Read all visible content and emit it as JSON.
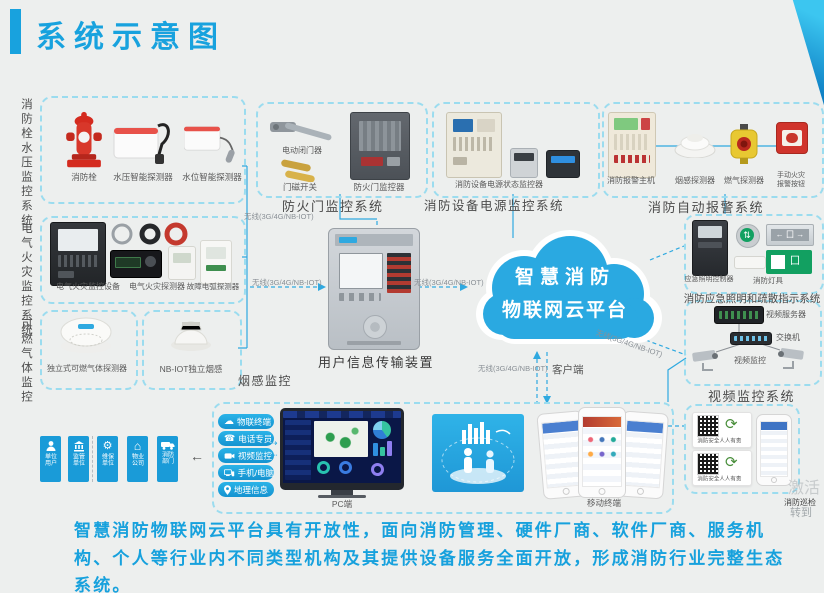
{
  "title": "系统示意图",
  "systems": {
    "hydrant": {
      "label": "消防栓水压监控系统",
      "devices": [
        {
          "label": "消防栓"
        },
        {
          "label": "水压智能探测器"
        },
        {
          "label": "水位智能探测器"
        }
      ]
    },
    "door": {
      "label": "防火门监控系统",
      "devices": [
        {
          "label": "电动闭门器"
        },
        {
          "label": "门磁开关"
        },
        {
          "label": "防火门监控器"
        }
      ]
    },
    "power": {
      "label": "消防设备电源监控系统",
      "devices": [
        {
          "label": "消防设备电源状态监控器"
        }
      ]
    },
    "alarm": {
      "label": "消防自动报警系统",
      "devices": [
        {
          "label": "消防报警主机"
        },
        {
          "label": "烟感探测器"
        },
        {
          "label": "燃气探测器"
        },
        {
          "label": "手动火灾报警按钮"
        }
      ]
    },
    "electrical": {
      "label": "电气火灾监控系统",
      "devices": [
        {
          "label": "电气火灾监控设备"
        },
        {
          "label": "电气火灾探测器"
        },
        {
          "label": "故障电弧探测器"
        }
      ]
    },
    "gas": {
      "label": "可燃气体监控",
      "devices": [
        {
          "label": "独立式可燃气体探测器"
        },
        {
          "label": "NB-IOT独立烟感"
        }
      ],
      "note": "烟感监控"
    },
    "transmission": {
      "label": "用户信息传输装置"
    },
    "cloud": {
      "line1": "智慧消防",
      "line2": "物联网云平台"
    },
    "lighting": {
      "label": "消防应急照明和疏散指示系统",
      "devices": [
        {
          "label": "应急照明控制器"
        },
        {
          "label": "消防灯具"
        }
      ]
    },
    "video": {
      "label": "视频监控系统",
      "devices": [
        {
          "label": "视频服务器"
        },
        {
          "label": "交换机"
        },
        {
          "label": "视频监控"
        }
      ]
    }
  },
  "connections": {
    "wireless": "无线(3G/4G/NB-IOT)",
    "client": "客户端"
  },
  "clients": {
    "tiles": [
      {
        "label": "单位用户"
      },
      {
        "label": "监管单位"
      },
      {
        "label": "维保单位"
      },
      {
        "label": "物业公司"
      },
      {
        "label": "消防部门"
      }
    ],
    "pills": [
      {
        "label": "物联终端"
      },
      {
        "label": "电话专员"
      },
      {
        "label": "视频监控"
      },
      {
        "label": "手机/电脑"
      },
      {
        "label": "地理信息"
      }
    ],
    "pc_label": "PC端",
    "mobile_label": "移动终端",
    "patrol_label": "消防巡检",
    "qr_caption": "消防安全人人有责"
  },
  "footer": {
    "text": "智慧消防物联网云平台具有开放性，面向消防管理、硬件厂商、软件厂商、服务机构、个人等行业内不同类型机构及其提供设备服务全面开放，形成消防行业完整生态系统。"
  },
  "watermark": {
    "line1": "激活",
    "line2": "转到"
  },
  "colors": {
    "accent": "#18a2de",
    "cloud": "#2aa9e1",
    "dashed_border": "#9bdcef"
  }
}
